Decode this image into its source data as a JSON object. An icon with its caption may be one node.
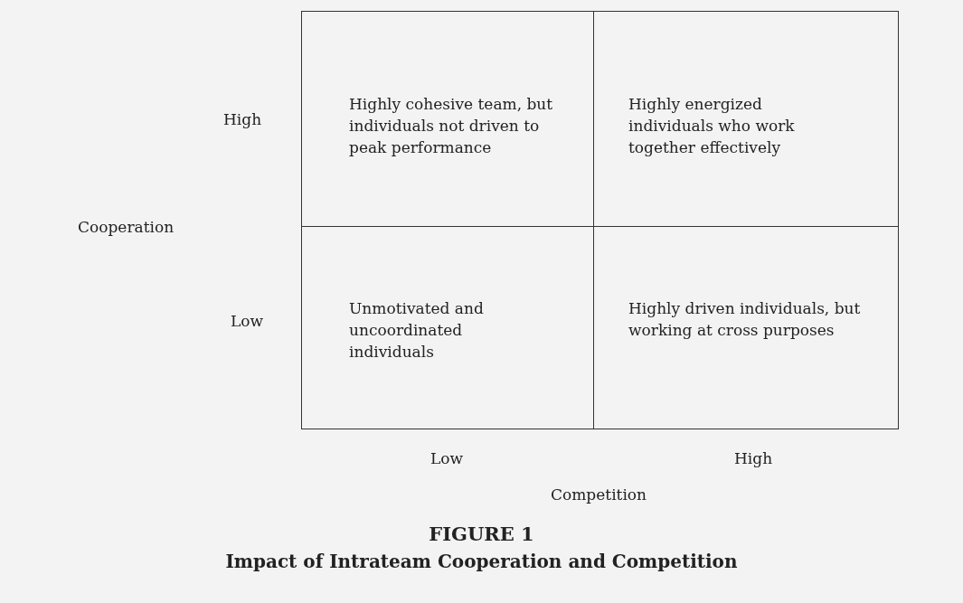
{
  "diagram": {
    "title": "FIGURE 1",
    "caption": "Impact of Intrateam Cooperation and Competition",
    "nodes": [
      {
        "text": [
          "Highly cohesive team, but individuals not driven to peak performance"
        ]
      },
      {
        "text": [
          "Highly energized individuals who work together effectively"
        ]
      },
      {
        "text": [
          "Unmotivated and uncoordinated individuals"
        ]
      },
      {
        "text": [
          "Highly driven individuals, but working at cross purposes"
        ]
      }
    ],
    "labels": [
      "High",
      "Cooperation",
      "Low",
      "Low",
      "High",
      "Competition"
    ]
  }
}
